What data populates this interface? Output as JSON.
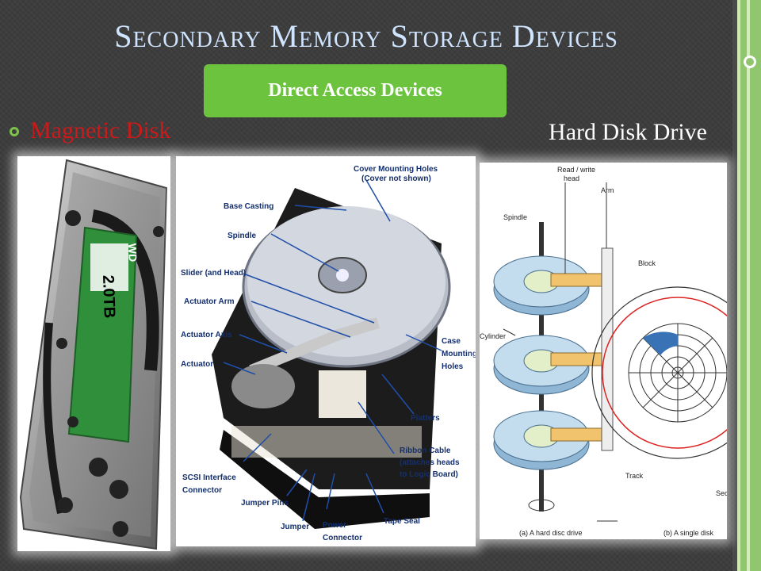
{
  "slide": {
    "title": "Secondary Memory Storage Devices",
    "button_label": "Direct Access Devices",
    "bullet_text": "Magnetic Disk",
    "right_heading": "Hard Disk Drive"
  },
  "photo_drive": {
    "capacity_label": "2.0TB",
    "brand_label": "WD"
  },
  "anatomy": {
    "labels": {
      "cover_mounting_holes": "Cover Mounting Holes",
      "cover_not_shown": "(Cover not shown)",
      "base_casting": "Base Casting",
      "spindle": "Spindle",
      "slider_head": "Slider (and Head)",
      "actuator_arm": "Actuator Arm",
      "actuator_axis": "Actuator Axis",
      "actuator": "Actuator",
      "case": "Case",
      "mounting": "Mounting",
      "holes": "Holes",
      "platters": "Platters",
      "ribbon_cable": "Ribbon Cable",
      "attaches_heads": "(attaches heads",
      "to_logic_board": "to Logic Board)",
      "scsi_interface": "SCSI Interface",
      "connector": "Connector",
      "jumper_pins": "Jumper Pins",
      "jumper": "Jumper",
      "power": "Power",
      "power_connector": "Connector",
      "tape_seal": "Tape Seal"
    }
  },
  "schematic": {
    "labels": {
      "read_write": "Read / write",
      "head": "head",
      "arm": "Arm",
      "spindle": "Spindle",
      "cylinder": "Cylinder",
      "block": "Block",
      "track": "Track",
      "sector": "Sector",
      "caption_a": "(a) A hard disc drive",
      "caption_b": "(b) A single disk"
    }
  }
}
